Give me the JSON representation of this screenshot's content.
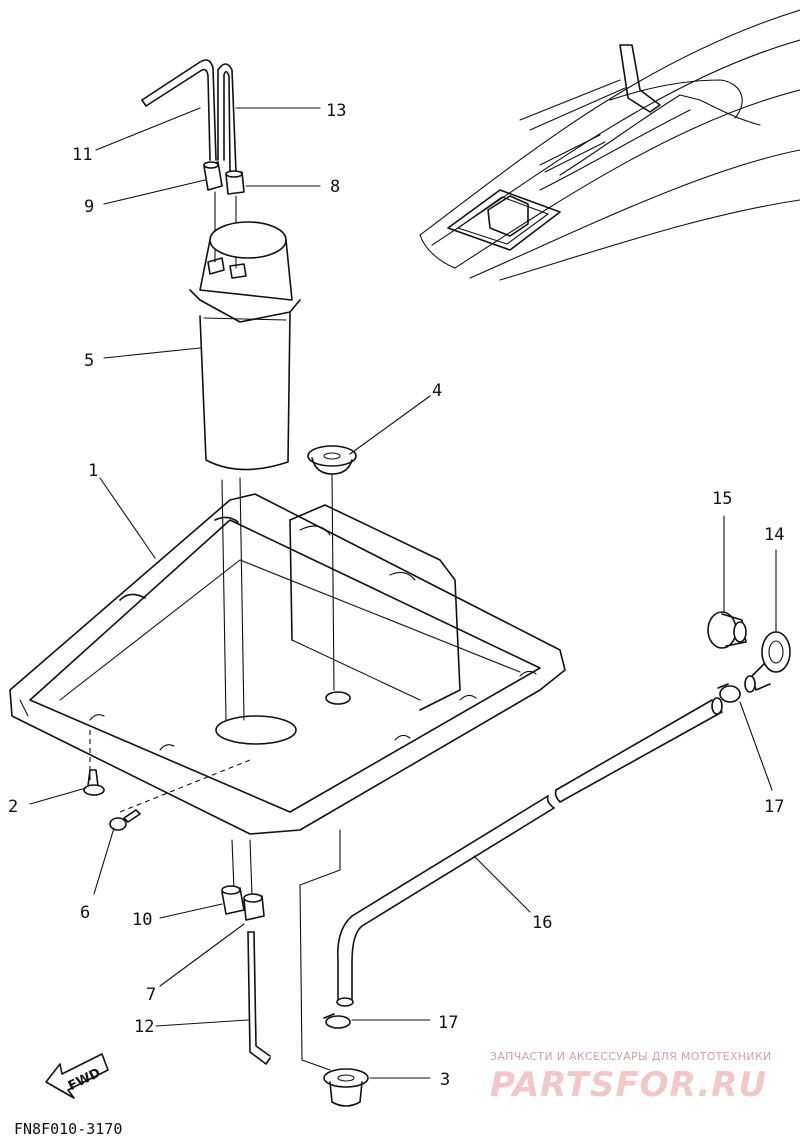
{
  "callouts": {
    "c1": "1",
    "c2": "2",
    "c3": "3",
    "c4": "4",
    "c5": "5",
    "c6": "6",
    "c7": "7",
    "c8": "8",
    "c9": "9",
    "c10": "10",
    "c11": "11",
    "c12": "12",
    "c13": "13",
    "c14": "14",
    "c15": "15",
    "c16": "16",
    "c17a": "17",
    "c17b": "17"
  },
  "fwd_label": "FWD",
  "diagram_code": "FN8F010-3170",
  "watermark": {
    "tagline": "ЗАПЧАСТИ И АКСЕССУАРЫ ДЛЯ МОТОТЕХНИКИ",
    "logo": "PARTSFOR.RU"
  }
}
